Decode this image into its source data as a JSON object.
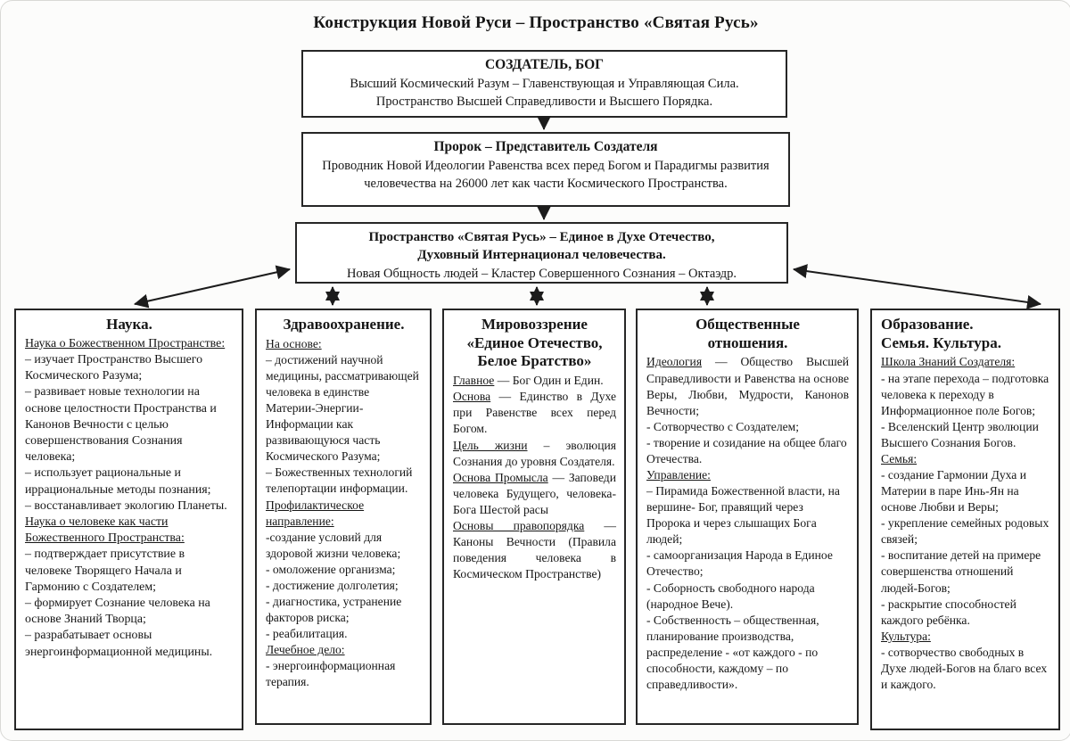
{
  "colors": {
    "ink": "#161616",
    "box_border": "#262626",
    "background": "#fcfcfb"
  },
  "page": {
    "title": "Конструкция Новой Руси – Пространство «Святая Русь»"
  },
  "boxes": [
    {
      "title": "СОЗДАТЕЛЬ, БОГ",
      "lines": [
        "Высший Космический Разум – Главенствующая и Управляющая Сила.",
        "Пространство Высшей Справедливости и Высшего Порядка."
      ]
    },
    {
      "title": "Пророк – Представитель Создателя",
      "body": "Проводник Новой Идеологии Равенства всех перед Богом и Парадигмы развития человечества на 26000 лет как части Космического Пространства."
    },
    {
      "bold_lines": [
        "Пространство «Святая Русь» – Единое в Духе Отечество,",
        "Духовный Интернационал человечества."
      ],
      "body": "Новая Общность людей – Кластер Совершенного Сознания – Октаэдр."
    }
  ],
  "columns": [
    {
      "id": "science",
      "title_lines": [
        "Наука."
      ],
      "items": [
        {
          "type": "heading",
          "text": "Наука о Божественном Пространстве:"
        },
        {
          "type": "text",
          "text": "– изучает Пространство Высшего Космического Разума;"
        },
        {
          "type": "text",
          "text": "– развивает новые технологии на основе целостности Пространства и Канонов Вечности с целью совершенствования Сознания человека;"
        },
        {
          "type": "text",
          "text": "– использует рациональные и иррациональные методы познания;"
        },
        {
          "type": "text",
          "text": "– восстанавливает экологию Планеты."
        },
        {
          "type": "heading",
          "text": "Наука о человеке как части Божественного Пространства:"
        },
        {
          "type": "text",
          "text": "– подтверждает присутствие в человеке Творящего Начала и Гармонию с Создателем;"
        },
        {
          "type": "text",
          "text": "– формирует Сознание человека на основе Знаний Творца;"
        },
        {
          "type": "text",
          "text": "– разрабатывает основы энергоинформационной медицины."
        }
      ]
    },
    {
      "id": "healthcare",
      "title_lines": [
        "Здравоохранение."
      ],
      "items": [
        {
          "type": "heading",
          "text": "На основе:"
        },
        {
          "type": "text",
          "text": "– достижений научной медицины, рассматривающей человека в единстве Материи-Энергии-Информации как развивающуюся часть Космического Разума;"
        },
        {
          "type": "text",
          "text": "– Божественных технологий телепортации информации."
        },
        {
          "type": "heading",
          "text": "Профилактическое направление:"
        },
        {
          "type": "text",
          "text": "-создание условий для здоровой жизни человека;"
        },
        {
          "type": "text",
          "text": "- омоложение организма;"
        },
        {
          "type": "text",
          "text": "- достижение долголетия;"
        },
        {
          "type": "text",
          "text": "- диагностика, устранение факторов риска;"
        },
        {
          "type": "text",
          "text": "- реабилитация."
        },
        {
          "type": "heading",
          "text": "Лечебное дело:"
        },
        {
          "type": "text",
          "text": "- энергоинформационная терапия."
        }
      ]
    },
    {
      "id": "worldview",
      "title_lines": [
        "Мировоззрение",
        "«Единое Отечество,",
        "Белое Братство»"
      ],
      "items": [
        {
          "type": "lead",
          "lead": "Главное",
          "rest": " — Бог Один и Един.",
          "justify": true
        },
        {
          "type": "lead",
          "lead": "Основа",
          "rest": " — Единство в Духе при Равенстве всех перед Богом.",
          "justify": true
        },
        {
          "type": "lead",
          "lead": "Цель жизни",
          "rest": " – эволюция Сознания до уровня Создателя.",
          "justify": true
        },
        {
          "type": "lead",
          "lead": "Основа Промысла",
          "rest": " — Заповеди человека Будущего, человека-Бога Шестой расы",
          "justify": true
        },
        {
          "type": "lead",
          "lead": "Основы правопорядка",
          "rest": " — Каноны Вечности (Правила поведения человека в Космическом Пространстве)",
          "justify": true
        }
      ]
    },
    {
      "id": "social-relations",
      "title_lines": [
        "Общественные",
        "отношения."
      ],
      "items": [
        {
          "type": "lead",
          "lead": "Идеология",
          "rest": " — Общество Высшей Справедливости и Равенства на основе Веры, Любви, Мудрости, Канонов Вечности;",
          "justify": true
        },
        {
          "type": "text",
          "text": "- Сотворчество с Создателем;"
        },
        {
          "type": "text",
          "text": "- творение и созидание на общее благо Отечества."
        },
        {
          "type": "heading",
          "text": "Управление:"
        },
        {
          "type": "text",
          "text": "– Пирамида Божественной власти, на вершине- Бог, правящий через Пророка и через слышащих Бога людей;"
        },
        {
          "type": "text",
          "text": "- самоорганизация Народа в Единое Отечество;"
        },
        {
          "type": "text",
          "text": "- Соборность свободного народа (народное Вече)."
        },
        {
          "type": "text",
          "text": "- Собственность – общественная, планирование производства, распределение - «от каждого - по способности, каждому – по справедливости»."
        }
      ]
    },
    {
      "id": "education-family-culture",
      "title_lines": [
        "Образование.",
        "Семья. Культура."
      ],
      "items": [
        {
          "type": "heading",
          "text": "Школа Знаний Создателя:"
        },
        {
          "type": "text",
          "text": "- на этапе перехода – подготовка человека к переходу в Информационное поле Богов;"
        },
        {
          "type": "text",
          "text": "- Вселенский Центр эволюции Высшего Сознания Богов."
        },
        {
          "type": "heading",
          "text": "Семья:"
        },
        {
          "type": "text",
          "text": "- создание Гармонии Духа и Материи в паре Инь-Ян на основе Любви и Веры;"
        },
        {
          "type": "text",
          "text": "- укрепление семейных родовых связей;"
        },
        {
          "type": "text",
          "text": "- воспитание детей на примере совершенства отношений людей-Богов;"
        },
        {
          "type": "text",
          "text": "- раскрытие способностей каждого ребёнка."
        },
        {
          "type": "heading",
          "text": "Культура:"
        },
        {
          "type": "text",
          "text": "- сотворчество свободных в Духе людей-Богов на благо всех и каждого."
        }
      ]
    }
  ]
}
